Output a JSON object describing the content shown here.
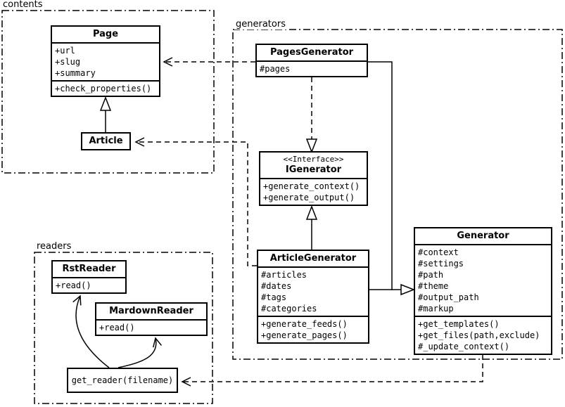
{
  "packages": {
    "contents": {
      "label": "contents"
    },
    "generators": {
      "label": "generators"
    },
    "readers": {
      "label": "readers"
    }
  },
  "classes": {
    "page": {
      "name": "Page",
      "attributes": [
        "+url",
        "+slug",
        "+summary"
      ],
      "methods": [
        "+check_properties()"
      ]
    },
    "article": {
      "name": "Article"
    },
    "pages_generator": {
      "name": "PagesGenerator",
      "attributes": [
        "#pages"
      ]
    },
    "igenerator": {
      "stereotype": "<<Interface>>",
      "name": "IGenerator",
      "methods": [
        "+generate_context()",
        "+generate_output()"
      ]
    },
    "article_generator": {
      "name": "ArticleGenerator",
      "attributes": [
        "#articles",
        "#dates",
        "#tags",
        "#categories"
      ],
      "methods": [
        "+generate_feeds()",
        "+generate_pages()"
      ]
    },
    "generator": {
      "name": "Generator",
      "attributes": [
        "#context",
        "#settings",
        "#path",
        "#theme",
        "#output_path",
        "#markup"
      ],
      "methods": [
        "+get_templates()",
        "+get_files(path,exclude)",
        "#_update_context()"
      ]
    },
    "rst_reader": {
      "name": "RstReader",
      "methods": [
        "+read()"
      ]
    },
    "markdown_reader": {
      "name": "MardownReader",
      "methods": [
        "+read()"
      ]
    },
    "get_reader": {
      "label": "get_reader(filename)"
    }
  },
  "relationships": [
    {
      "from": "Article",
      "to": "Page",
      "type": "inheritance"
    },
    {
      "from": "PagesGenerator",
      "to": "IGenerator",
      "type": "realization"
    },
    {
      "from": "ArticleGenerator",
      "to": "IGenerator",
      "type": "inheritance"
    },
    {
      "from": "PagesGenerator",
      "to": "Generator",
      "type": "inheritance"
    },
    {
      "from": "ArticleGenerator",
      "to": "Generator",
      "type": "inheritance"
    },
    {
      "from": "PagesGenerator",
      "to": "Page",
      "type": "dependency"
    },
    {
      "from": "ArticleGenerator",
      "to": "Article",
      "type": "dependency"
    },
    {
      "from": "Generator",
      "to": "get_reader(filename)",
      "type": "dependency"
    },
    {
      "from": "get_reader(filename)",
      "to": "RstReader",
      "type": "dependency"
    },
    {
      "from": "get_reader(filename)",
      "to": "MardownReader",
      "type": "dependency"
    }
  ],
  "colors": {
    "line": "#000000",
    "background": "#ffffff"
  }
}
